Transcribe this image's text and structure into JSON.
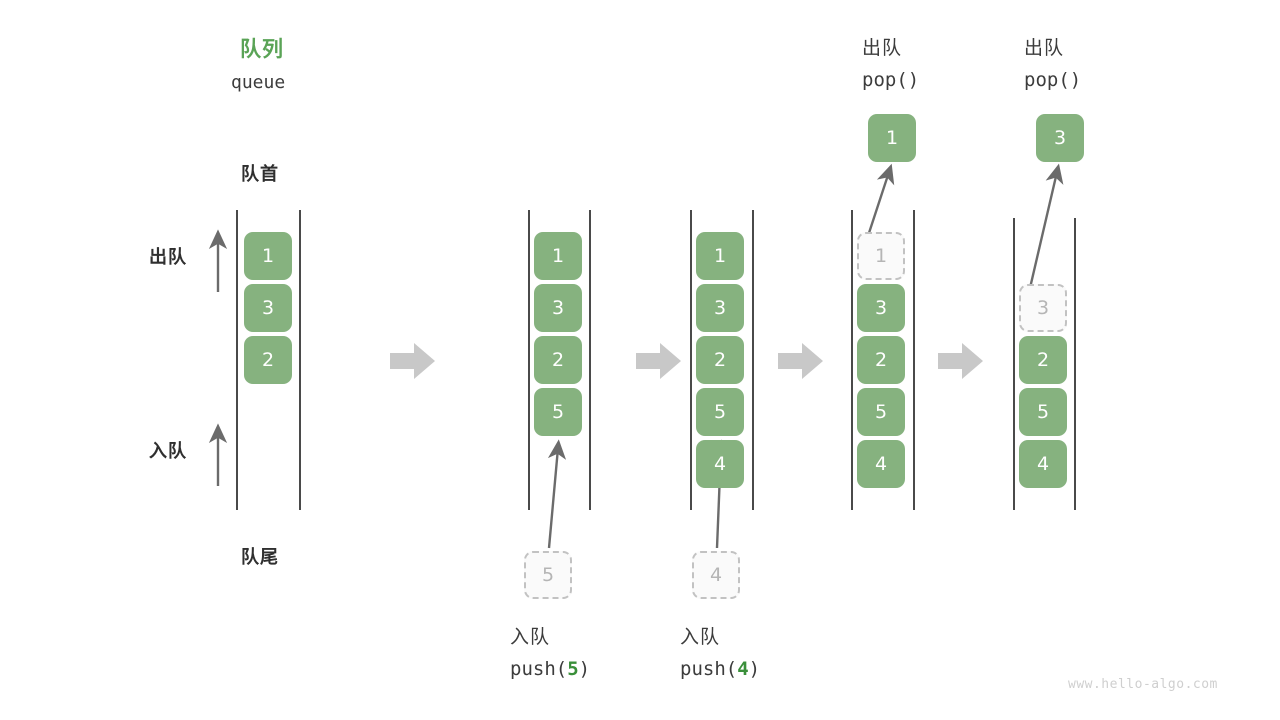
{
  "diagram": {
    "title_cn": "队列",
    "title_en": "queue",
    "front_label": "队首",
    "rear_label": "队尾",
    "dequeue_label": "出队",
    "enqueue_label": "入队",
    "watermark": "www.hello-algo.com",
    "colors": {
      "element_fill": "#86b27f",
      "element_text": "#ffffff",
      "ghost_fill": "#fafafa",
      "ghost_border": "#c2c2c2",
      "ghost_text": "#b5b5b5",
      "rail": "#4a4a4a",
      "step_arrow": "#c8c8c8",
      "thin_arrow": "#5e5e5e",
      "accent_green": "#5aa356",
      "text": "#3c3c3c"
    }
  },
  "steps": [
    {
      "id": "initial",
      "caption_cn": "",
      "caption_code": "",
      "elements": [
        "1",
        "3",
        "2"
      ],
      "ghost_index": -1,
      "ghost_value": "",
      "popped_value": "",
      "op_title_cn": "",
      "op_title_code": "",
      "pending_value": ""
    },
    {
      "id": "after-push-5",
      "caption_cn": "入队",
      "caption_code": "push(5)",
      "caption_arg": "5",
      "elements": [
        "1",
        "3",
        "2",
        "5"
      ],
      "ghost_index": -1,
      "ghost_value": "",
      "popped_value": "",
      "op_title_cn": "",
      "op_title_code": "",
      "pending_value": "5"
    },
    {
      "id": "after-push-4",
      "caption_cn": "入队",
      "caption_code": "push(4)",
      "caption_arg": "4",
      "elements": [
        "1",
        "3",
        "2",
        "5",
        "4"
      ],
      "ghost_index": -1,
      "ghost_value": "",
      "popped_value": "",
      "op_title_cn": "",
      "op_title_code": "",
      "pending_value": "4"
    },
    {
      "id": "after-pop-1",
      "caption_cn": "",
      "caption_code": "",
      "elements": [
        "1",
        "3",
        "2",
        "5",
        "4"
      ],
      "ghost_index": 0,
      "ghost_value": "1",
      "popped_value": "1",
      "op_title_cn": "出队",
      "op_title_code": "pop()",
      "pending_value": ""
    },
    {
      "id": "after-pop-3",
      "caption_cn": "",
      "caption_code": "",
      "elements": [
        "3",
        "2",
        "5",
        "4"
      ],
      "ghost_index": 0,
      "ghost_value": "3",
      "popped_value": "3",
      "op_title_cn": "出队",
      "op_title_code": "pop()",
      "pending_value": ""
    }
  ],
  "cells": {
    "c1_0": "1",
    "c1_1": "3",
    "c1_2": "2",
    "c2_0": "1",
    "c2_1": "3",
    "c2_2": "2",
    "c2_3": "5",
    "c3_0": "1",
    "c3_1": "3",
    "c3_2": "2",
    "c3_3": "5",
    "c3_4": "4",
    "c4_g": "1",
    "c4_1": "3",
    "c4_2": "2",
    "c4_3": "5",
    "c4_4": "4",
    "c5_g": "3",
    "c5_2": "2",
    "c5_3": "5",
    "c5_4": "4",
    "pop1": "1",
    "pop2": "3",
    "pend1": "5",
    "pend2": "4"
  },
  "captions": {
    "push5_cn": "入队",
    "push5_code_pre": "push(",
    "push5_arg": "5",
    "push5_code_post": ")",
    "push4_cn": "入队",
    "push4_code_pre": "push(",
    "push4_arg": "4",
    "push4_code_post": ")",
    "pop1_cn": "出队",
    "pop1_code": "pop()",
    "pop2_cn": "出队",
    "pop2_code": "pop()"
  }
}
